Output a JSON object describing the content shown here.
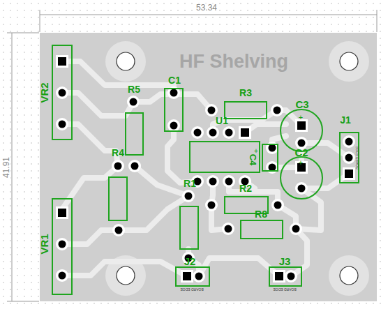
{
  "diagram": {
    "title": "HF Shelving",
    "labels": [
      "53.34",
      "41.91",
      "VR2",
      "R5",
      "C1",
      "R3",
      "C3",
      "+",
      "J1",
      "BOARD EDGE",
      "U1",
      "+",
      "C4",
      "C2",
      "+",
      "R4",
      "R1",
      "R2",
      "R8",
      "VR1",
      "J2",
      "BOARD EDGE",
      "J3",
      "BOARD EDGE"
    ]
  }
}
